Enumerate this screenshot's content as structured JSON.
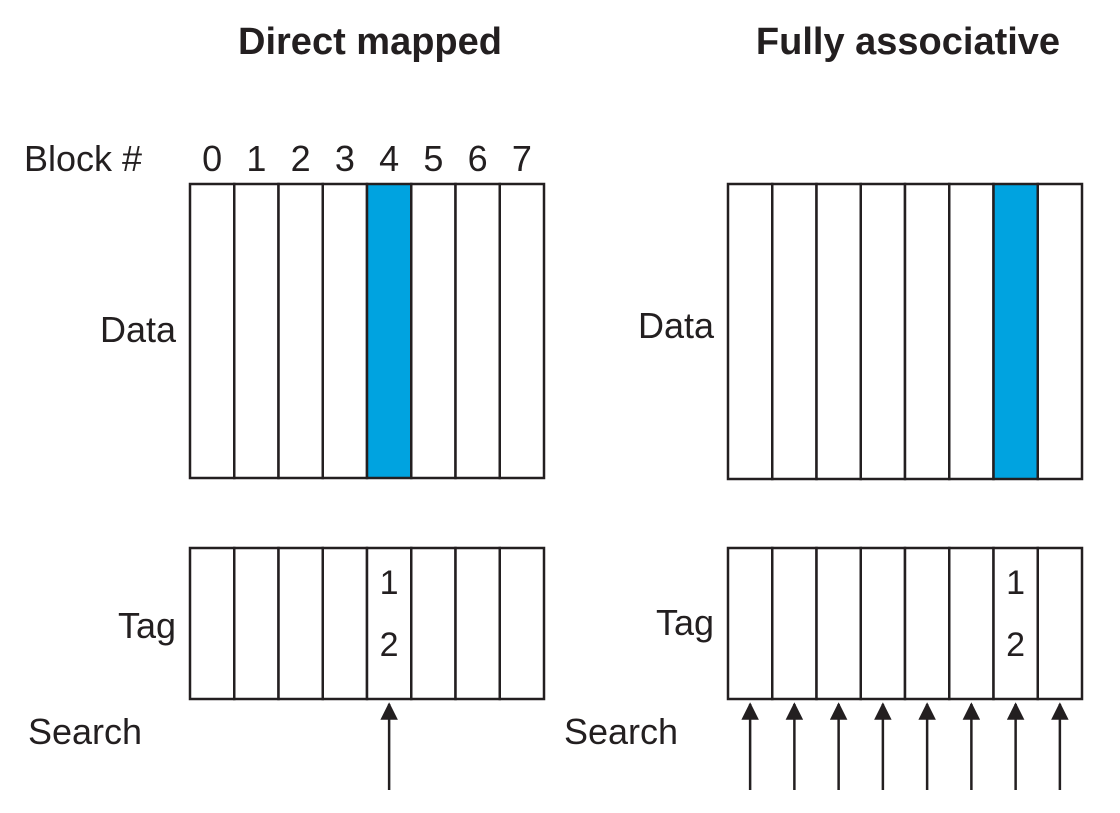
{
  "colors": {
    "highlight": "#00a3e0",
    "stroke": "#231f20"
  },
  "left": {
    "title": "Direct mapped",
    "block_label": "Block #",
    "block_numbers": [
      "0",
      "1",
      "2",
      "3",
      "4",
      "5",
      "6",
      "7"
    ],
    "data_label": "Data",
    "tag_label": "Tag",
    "search_label": "Search",
    "highlighted_block": 4,
    "tag_value": [
      "1",
      "2"
    ],
    "tag_value_block": 4,
    "search_arrow_blocks": [
      4
    ]
  },
  "right": {
    "title": "Fully associative",
    "data_label": "Data",
    "tag_label": "Tag",
    "search_label": "Search",
    "highlighted_block": 6,
    "tag_value": [
      "1",
      "2"
    ],
    "tag_value_block": 6,
    "search_arrow_blocks": [
      0,
      1,
      2,
      3,
      4,
      5,
      6,
      7
    ]
  }
}
